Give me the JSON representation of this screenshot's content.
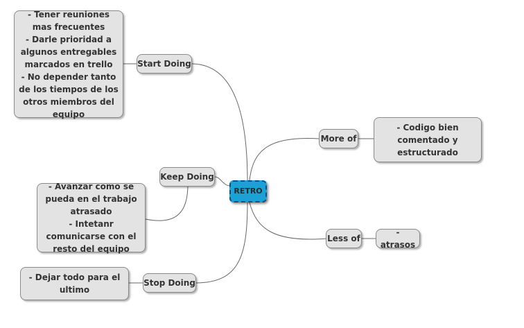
{
  "root": {
    "label": "RETRO",
    "color": "#1ca1d6",
    "border_color": "#0f4f86"
  },
  "branches": [
    {
      "label": "Start Doing",
      "items": "- Tener reuniones mas frecuentes\n- Darle prioridad a algunos entregables marcados en trello\n- No depender tanto de los tiempos de los otros miembros del equipo"
    },
    {
      "label": "Keep Doing",
      "items": "- Avanzar como se pueda en el trabajo atrasado\n- Intetanr comunicarse con el resto del equipo"
    },
    {
      "label": "Stop Doing",
      "items": "- Dejar todo para el ultimo"
    },
    {
      "label": "More of",
      "items": "- Codigo bien comentado y estructurado"
    },
    {
      "label": "Less of",
      "items": "- atrasos"
    }
  ],
  "node_color": "#e3e3e3",
  "line_color": "#666666"
}
